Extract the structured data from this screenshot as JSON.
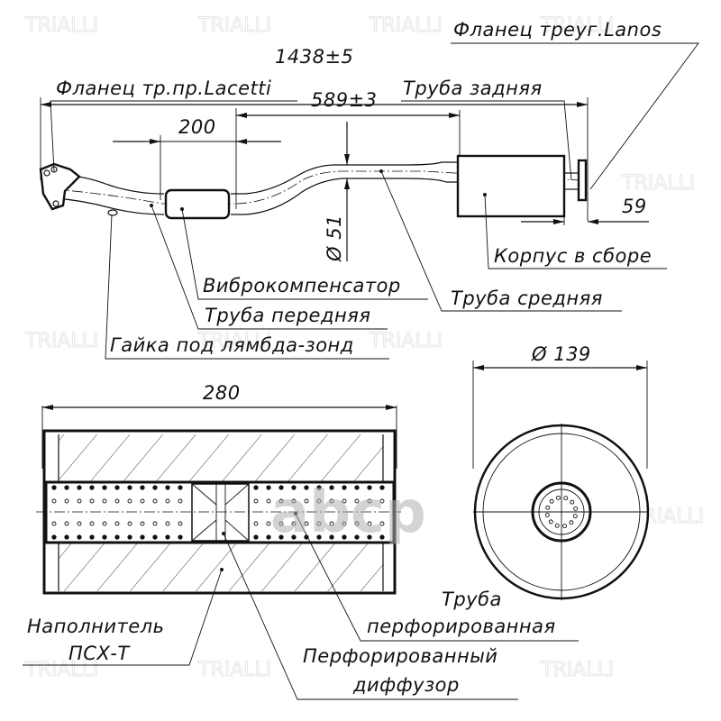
{
  "watermark": {
    "brand": "TRIALLI",
    "stamp": "abcp"
  },
  "assembly": {
    "overall_length": "1438±5",
    "middle_length": "589±3",
    "vibro_length": "200",
    "pipe_diameter": "Ø 51",
    "rear_offset": "59",
    "labels": {
      "flange_lanos": "Фланец треуг.Lanos",
      "flange_lacetti": "Фланец тр.пр.Lacetti",
      "rear_pipe": "Труба задняя",
      "housing": "Корпус в сборе",
      "vibro": "Виброкомпенсатор",
      "middle_pipe": "Труба средняя",
      "front_pipe": "Труба передняя",
      "lambda_nut": "Гайка под лямбда-зонд"
    }
  },
  "section": {
    "length": "280",
    "diameter": "Ø 139",
    "labels": {
      "filler_1": "Наполнитель",
      "filler_2": "ПСХ-Т",
      "perf_pipe_1": "Труба",
      "perf_pipe_2": "перфорированная",
      "diffuser_1": "Перфорированный",
      "diffuser_2": "диффузор"
    }
  }
}
